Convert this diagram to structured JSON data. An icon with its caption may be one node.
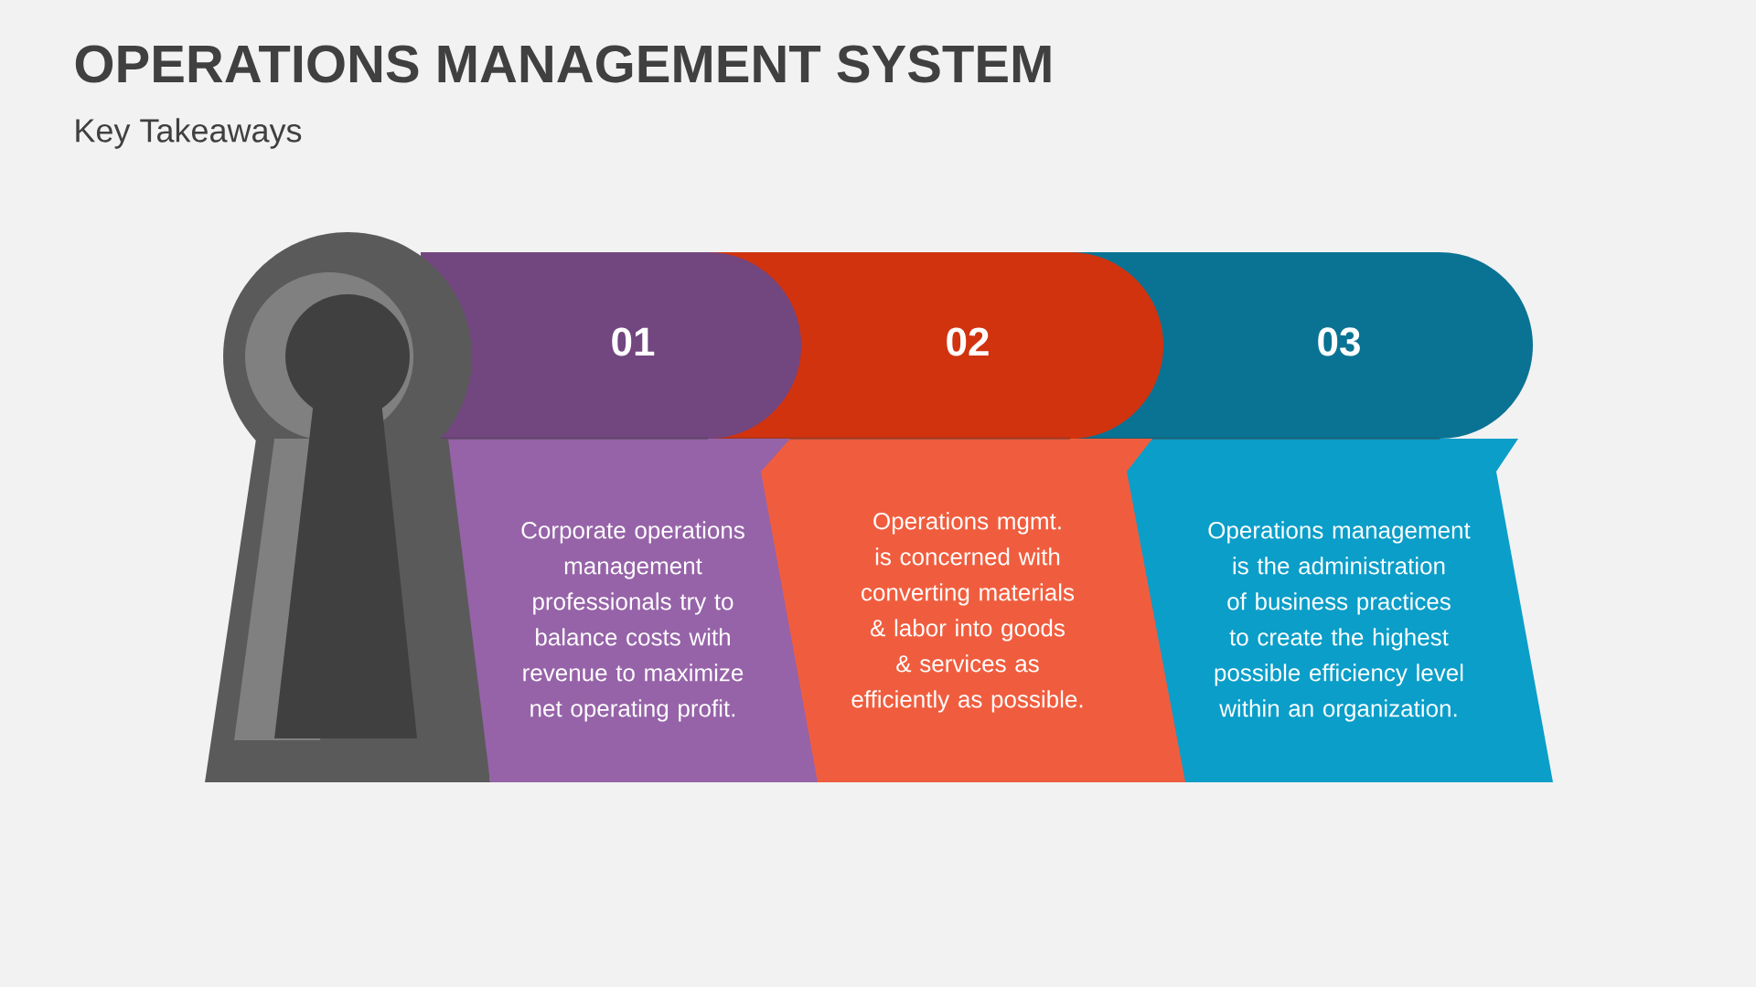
{
  "diagram": {
    "title": "OPERATIONS MANAGEMENT SYSTEM",
    "labels": [
      "Key Takeaways"
    ],
    "nodes": [
      {
        "text": [
          "01",
          "Corporate operations management professionals try to balance costs with revenue to maximize net operating profit."
        ]
      },
      {
        "text": [
          "02",
          "Operations mgmt. is concerned with converting materials & labor into goods & services as efficiently as possible."
        ]
      },
      {
        "text": [
          "03",
          "Operations management is the administration of business practices to create the highest possible efficiency level within an organization."
        ]
      }
    ]
  }
}
